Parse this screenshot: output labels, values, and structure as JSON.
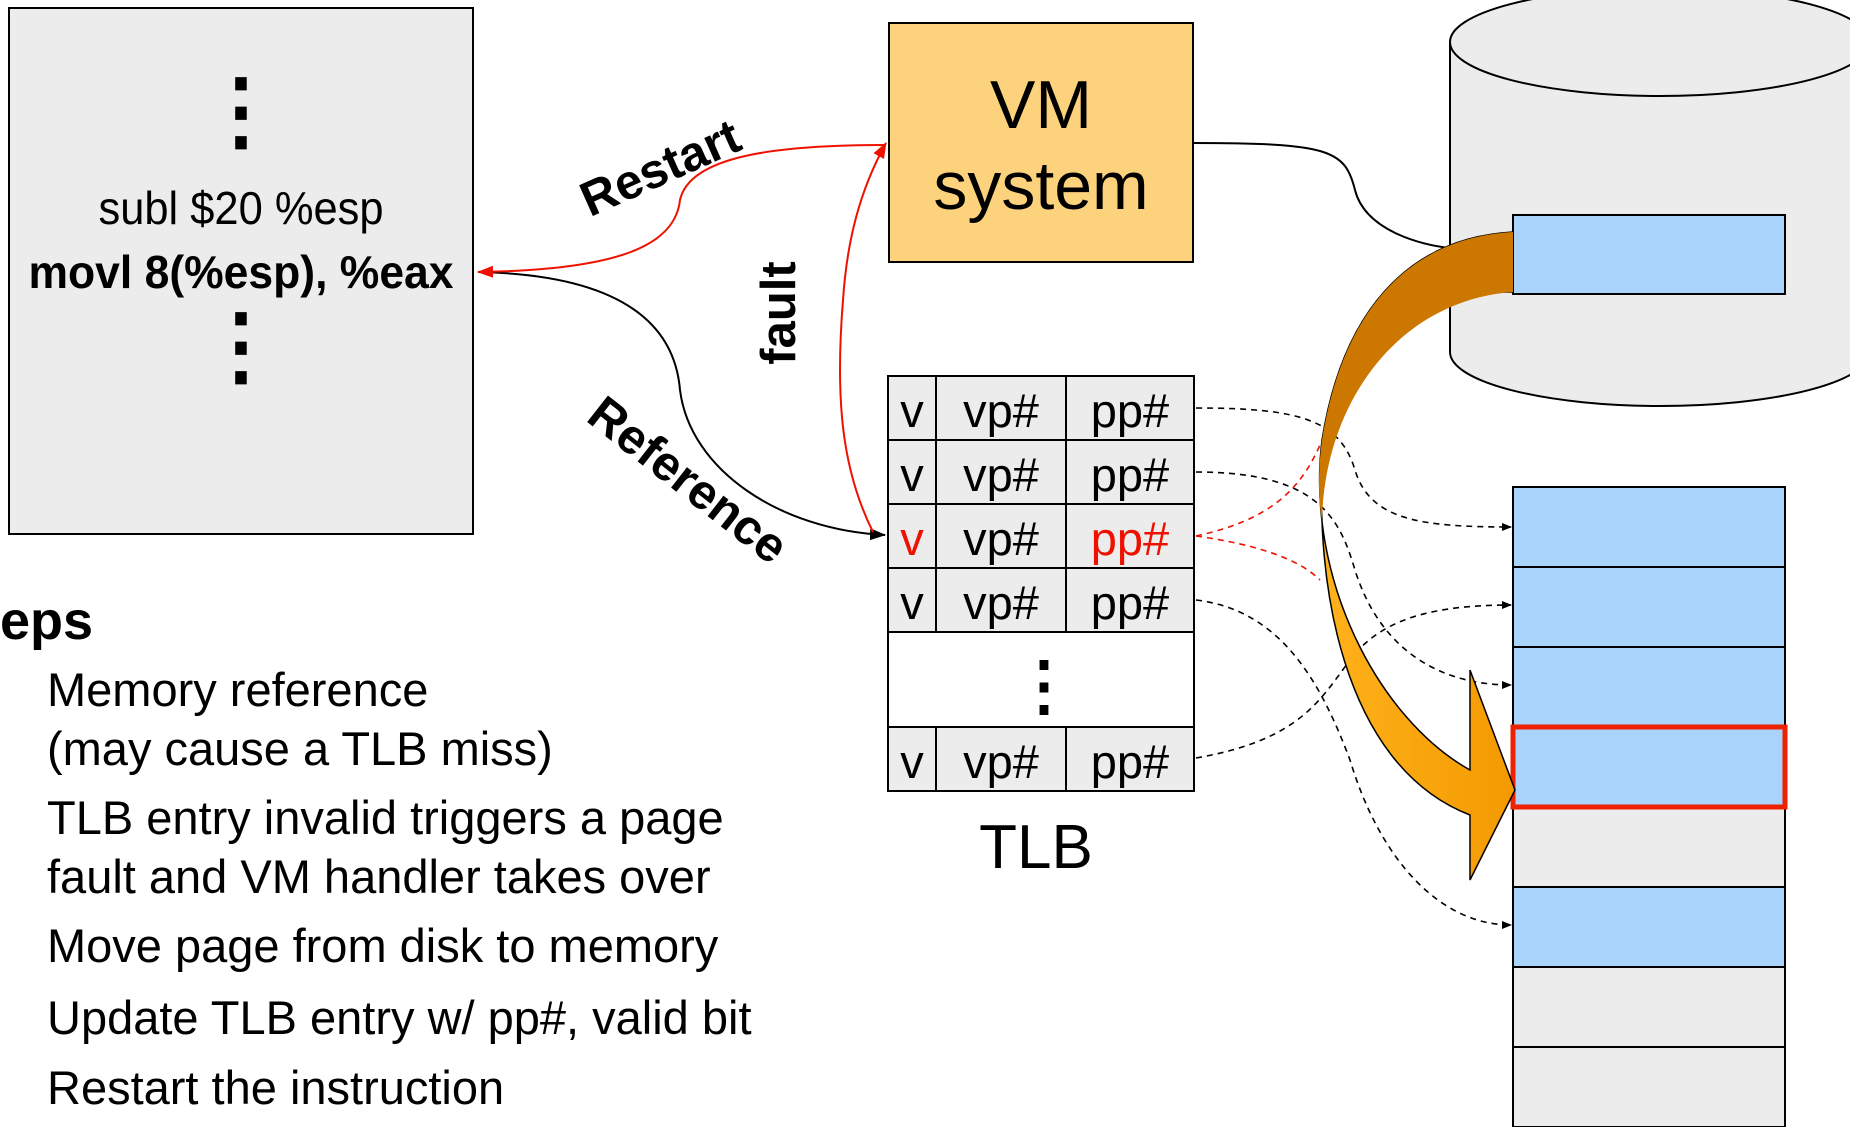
{
  "program": {
    "dots_top": "⋮",
    "line1": "subl $20 %esp",
    "line2": "movl 8(%esp), %eax",
    "dots_bottom": "⋮"
  },
  "vm_box": {
    "line1": "VM",
    "line2": "system"
  },
  "arrows": {
    "restart": "Restart",
    "fault": "fault",
    "reference": "Reference"
  },
  "tlb": {
    "label": "TLB",
    "rows": [
      {
        "v": "v",
        "vp": "vp#",
        "pp": "pp#",
        "highlight": false
      },
      {
        "v": "v",
        "vp": "vp#",
        "pp": "pp#",
        "highlight": false
      },
      {
        "v": "v",
        "vp": "vp#",
        "pp": "pp#",
        "highlight": true
      },
      {
        "v": "v",
        "vp": "vp#",
        "pp": "pp#",
        "highlight": false
      }
    ],
    "gap_dots": "⋮",
    "last_row": {
      "v": "v",
      "vp": "vp#",
      "pp": "pp#"
    }
  },
  "memory": {
    "slots": [
      "blue",
      "blue",
      "blue",
      "target",
      "gray",
      "blue",
      "gray",
      "gray"
    ]
  },
  "steps": {
    "heading": "eps",
    "items": [
      "Memory reference",
      "(may cause a TLB miss)",
      "TLB entry invalid triggers a page",
      "fault and VM handler takes over",
      "Move page from disk to memory",
      "Update TLB entry w/ pp#, valid bit",
      "Restart the instruction"
    ]
  },
  "colors": {
    "vm_fill": "#fdd27c",
    "page_blue": "#a9d3fb",
    "gray_fill": "#ececec",
    "highlight_red": "#ee1100",
    "arrow_orange_light": "#ffb21c",
    "arrow_orange_dark": "#cc7700"
  }
}
